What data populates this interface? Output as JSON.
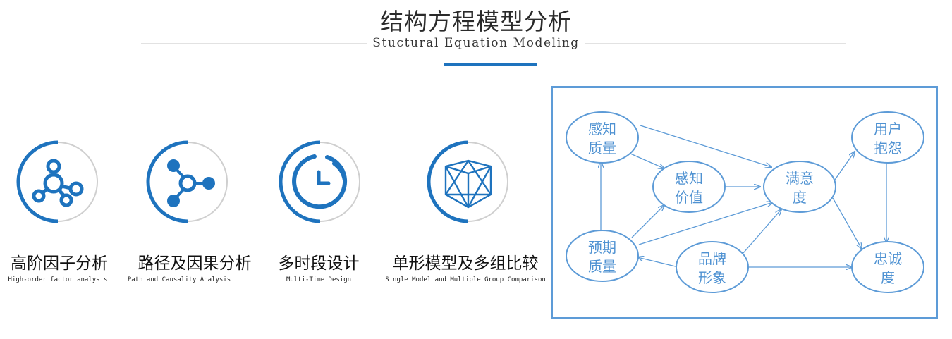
{
  "header": {
    "title": "结构方程模型分析",
    "subtitle": "Stuctural Equation Modeling"
  },
  "colors": {
    "accent": "#1e73be",
    "ring_grey": "#cfcfcf",
    "diagram": "#5d9bd7",
    "node_text": "#4f92d2"
  },
  "features": [
    {
      "icon": "molecule-nodes-icon",
      "label": "高阶因子分析",
      "sub": "High-order factor analysis"
    },
    {
      "icon": "path-network-icon",
      "label": "路径及因果分析",
      "sub": "Path and Causality Analysis"
    },
    {
      "icon": "clock-icon",
      "label": "多时段设计",
      "sub": "Multi-Time Design"
    },
    {
      "icon": "wireframe-cube-icon",
      "label": "单形模型及多组比较",
      "sub": "Single Model and Multiple Group Comparison"
    }
  ],
  "diagram": {
    "nodes": {
      "perceived_quality": [
        "感知",
        "质量"
      ],
      "perceived_value": [
        "感知",
        "价值"
      ],
      "satisfaction": [
        "满意",
        "度"
      ],
      "complaint": [
        "用户",
        "抱怨"
      ],
      "expected_quality": [
        "预期",
        "质量"
      ],
      "brand_image": [
        "品牌",
        "形象"
      ],
      "loyalty": [
        "忠诚",
        "度"
      ]
    }
  }
}
